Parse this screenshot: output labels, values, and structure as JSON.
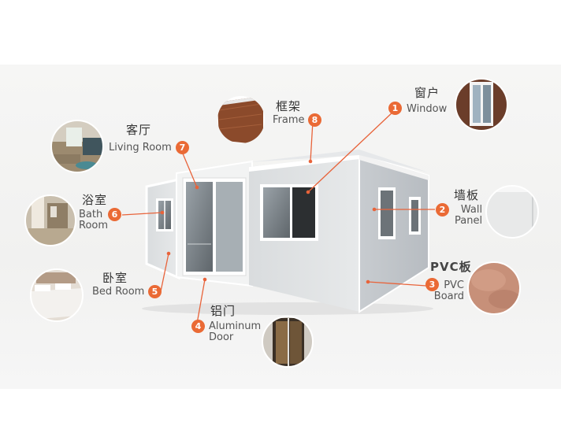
{
  "labels": [
    {
      "num": "1",
      "zh": "窗户",
      "en": "Window"
    },
    {
      "num": "2",
      "zh": "墙板",
      "en_line1": "Wall",
      "en_line2": "Panel"
    },
    {
      "num": "3",
      "zh": "PVC板",
      "en_line1": "PVC",
      "en_line2": "Board"
    },
    {
      "num": "4",
      "zh": "铝门",
      "en_line1": "Aluminum",
      "en_line2": "Door"
    },
    {
      "num": "5",
      "zh": "卧室",
      "en": "Bed Room"
    },
    {
      "num": "6",
      "zh": "浴室",
      "en_line1": "Bath",
      "en_line2": "Room"
    },
    {
      "num": "7",
      "zh": "客厅",
      "en": "Living Room"
    },
    {
      "num": "8",
      "zh": "框架",
      "en": "Frame"
    }
  ],
  "colors": {
    "accent": "#ea6a35",
    "leader": "#e8633a"
  }
}
